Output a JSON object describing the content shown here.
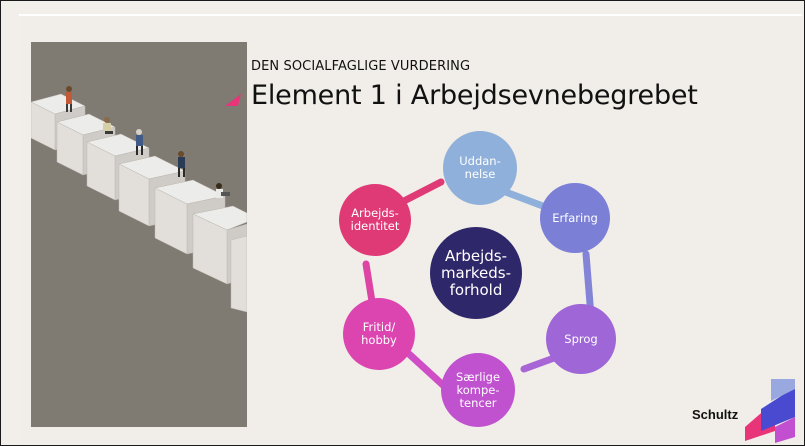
{
  "slide": {
    "kicker": "DEN SOCIALFAGLIGE VURDERING",
    "title": "Element 1 i Arbejdsevnebegrebet"
  },
  "cycle": {
    "center": {
      "label": "Arbejds-\nmarkeds-\nforhold",
      "color": "#2e2769"
    },
    "nodes": [
      {
        "label": "Uddan-\nnelse",
        "color": "#8fb0da"
      },
      {
        "label": "Erfaring",
        "color": "#7b7fd6"
      },
      {
        "label": "Sprog",
        "color": "#9f66d8"
      },
      {
        "label": "Særlige\nkompe-\ntencer",
        "color": "#c052d0"
      },
      {
        "label": "Fritid/\nhobby",
        "color": "#dc45b0"
      },
      {
        "label": "Arbejds-\nidentitet",
        "color": "#df3a76"
      }
    ]
  },
  "brand": {
    "logo_text": "Schultz",
    "accent": "#e8357a",
    "accent2": "#4a4ad0",
    "accent3": "#9aa8e0"
  }
}
